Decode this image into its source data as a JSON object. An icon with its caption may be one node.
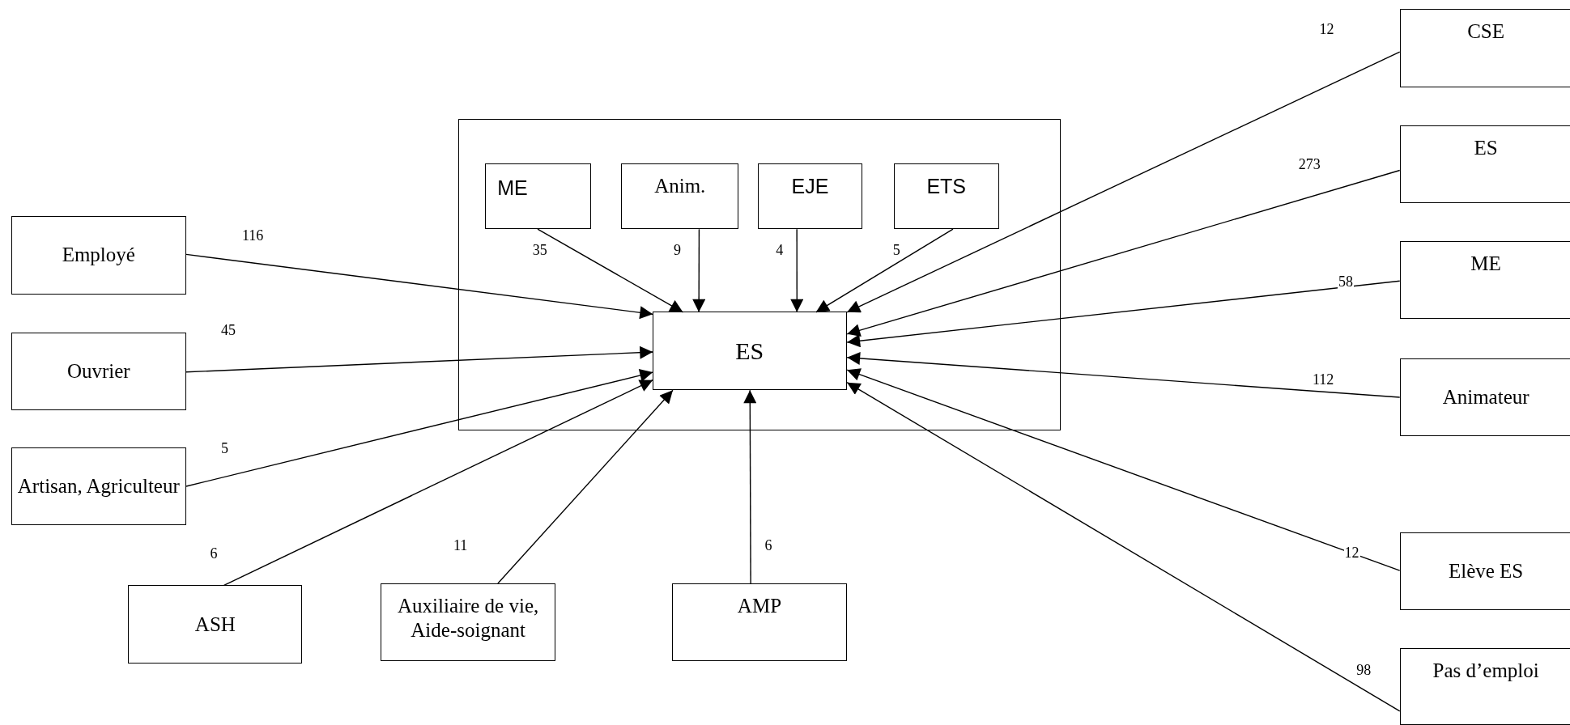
{
  "diagram": {
    "nodes": [
      {
        "text": [],
        "shape": "box"
      },
      {
        "text": [
          "ME"
        ],
        "in": 0
      },
      {
        "text": [
          "Anim."
        ],
        "in": 0
      },
      {
        "text": [
          "EJE"
        ],
        "in": 0
      },
      {
        "text": [
          "ETS"
        ],
        "in": 0
      },
      {
        "text": [
          "ES"
        ],
        "in": 0
      },
      {
        "text": [
          "Employé"
        ]
      },
      {
        "text": [
          "Ouvrier"
        ]
      },
      {
        "text": [
          "Artisan, Agriculteur"
        ]
      },
      {
        "text": [
          "ASH"
        ]
      },
      {
        "text": [
          "Auxiliaire de vie, Aide-soignant"
        ]
      },
      {
        "text": [
          "AMP"
        ]
      },
      {
        "text": [
          "CSE"
        ]
      },
      {
        "text": [
          "ES"
        ]
      },
      {
        "text": [
          "ME"
        ]
      },
      {
        "text": [
          "Animateur"
        ]
      },
      {
        "text": [
          "Elève ES"
        ]
      },
      {
        "text": [
          "Pas d’emploi"
        ]
      }
    ],
    "edges": [
      {
        "from": 1,
        "to": 5,
        "arrow": "to",
        "label": "35"
      },
      {
        "from": 2,
        "to": 5,
        "arrow": "to",
        "label": "9"
      },
      {
        "from": 3,
        "to": 5,
        "arrow": "to",
        "label": "4"
      },
      {
        "from": 4,
        "to": 5,
        "arrow": "to",
        "label": "5"
      },
      {
        "from": 6,
        "to": 5,
        "arrow": "to",
        "label": "116"
      },
      {
        "from": 7,
        "to": 5,
        "arrow": "to",
        "label": "45"
      },
      {
        "from": 8,
        "to": 5,
        "arrow": "to",
        "label": "5"
      },
      {
        "from": 9,
        "to": 5,
        "arrow": "to",
        "label": "6"
      },
      {
        "from": 10,
        "to": 5,
        "arrow": "to",
        "label": "11"
      },
      {
        "from": 11,
        "to": 5,
        "arrow": "to",
        "label": "6"
      },
      {
        "from": 12,
        "to": 5,
        "arrow": "to",
        "label": "12"
      },
      {
        "from": 13,
        "to": 5,
        "arrow": "to",
        "label": "273"
      },
      {
        "from": 14,
        "to": 5,
        "arrow": "to",
        "label": "58"
      },
      {
        "from": 15,
        "to": 5,
        "arrow": "to",
        "label": "112"
      },
      {
        "from": 16,
        "to": 5,
        "arrow": "to",
        "label": "12"
      },
      {
        "from": 17,
        "to": 5,
        "arrow": "to",
        "label": "98"
      }
    ]
  }
}
